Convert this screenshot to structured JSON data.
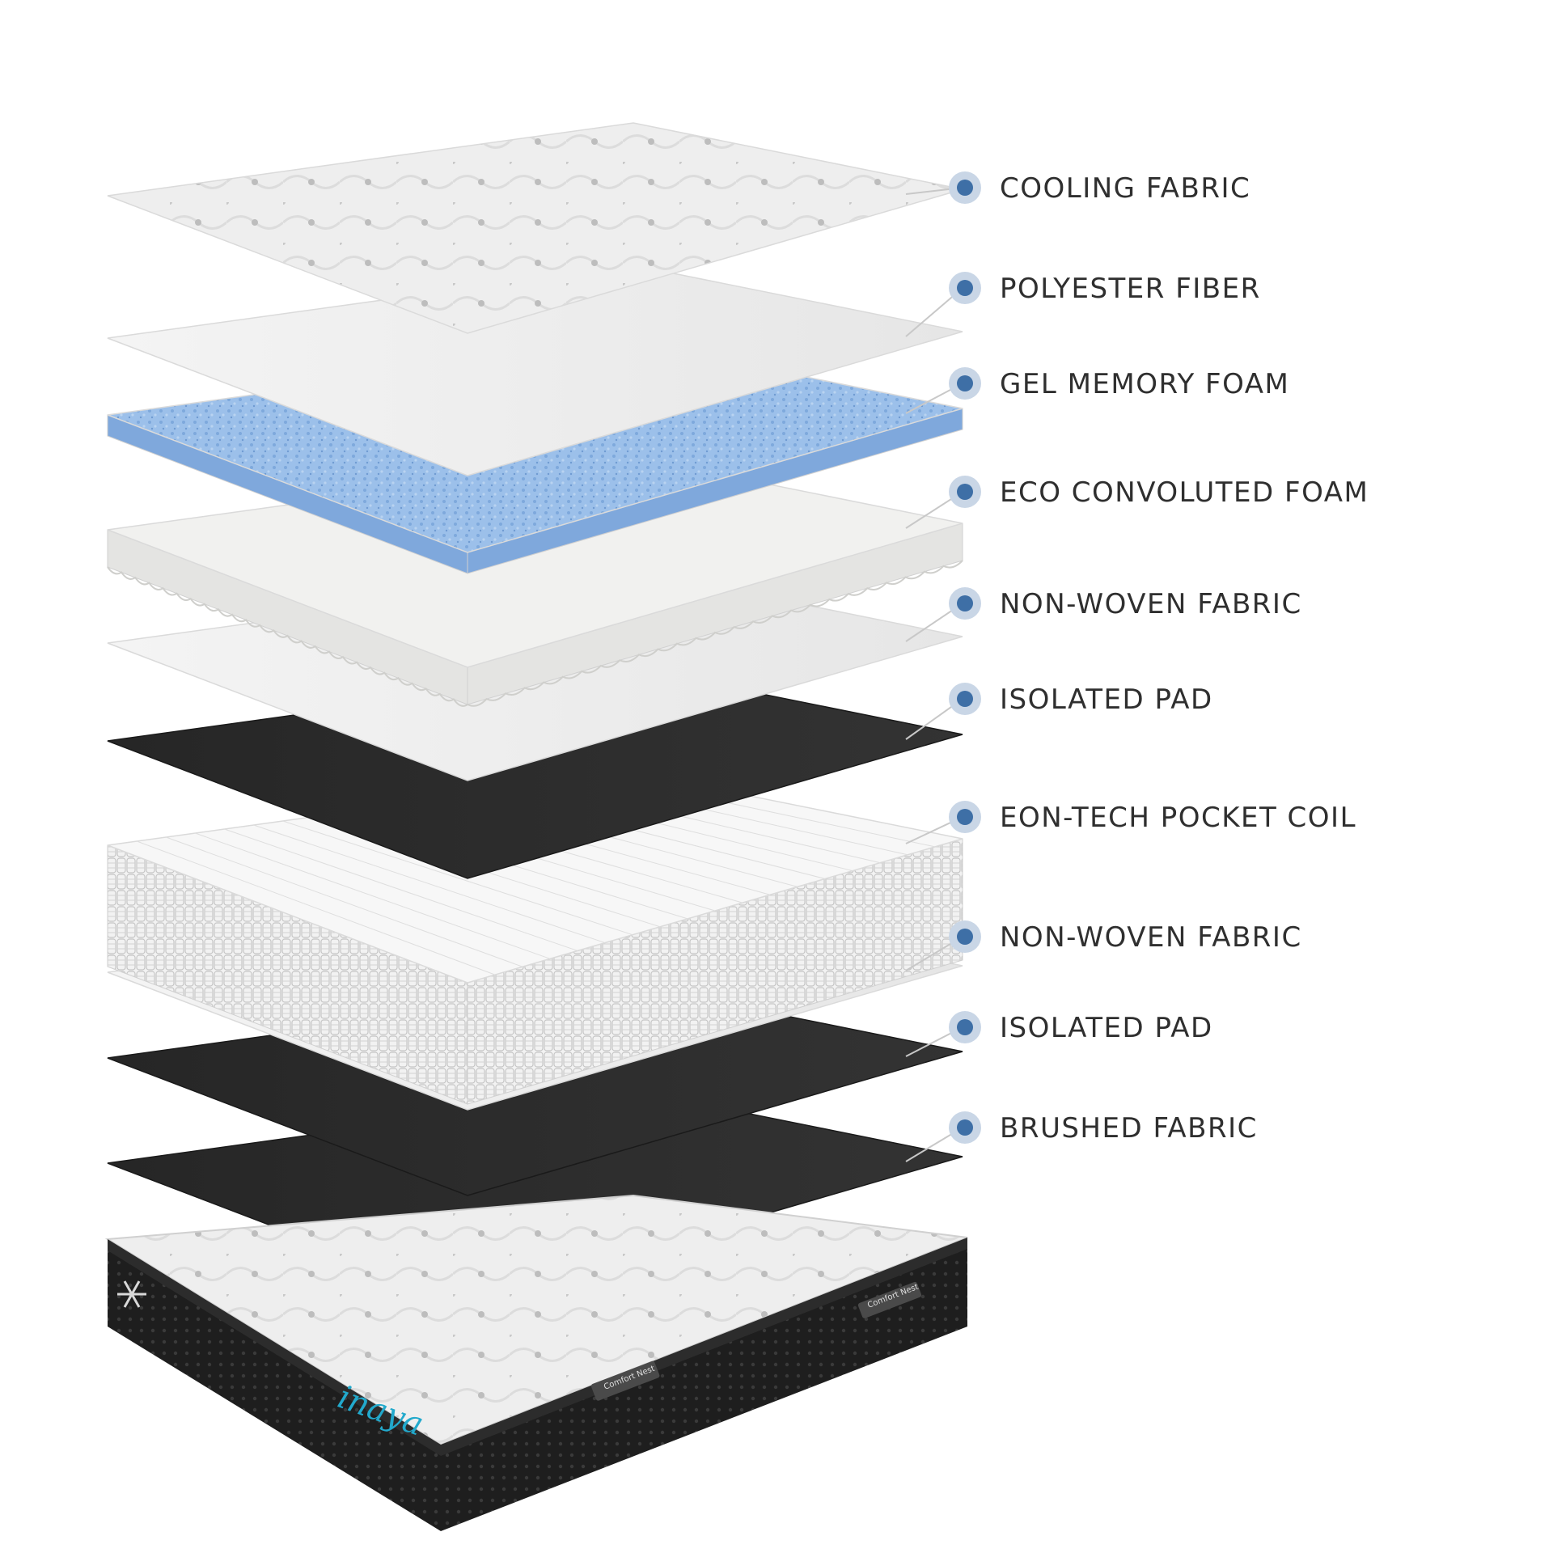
{
  "diagram": {
    "layers": [
      {
        "name": "COOLING FABRIC",
        "material": "quilted-white"
      },
      {
        "name": "POLYESTER FIBER",
        "material": "white-sheet"
      },
      {
        "name": "GEL MEMORY FOAM",
        "material": "blue-foam"
      },
      {
        "name": "ECO CONVOLUTED FOAM",
        "material": "convoluted-foam"
      },
      {
        "name": "NON-WOVEN FABRIC",
        "material": "white-sheet"
      },
      {
        "name": "ISOLATED PAD",
        "material": "black-sheet"
      },
      {
        "name": "EON-TECH POCKET COIL",
        "material": "pocket-coils"
      },
      {
        "name": "NON-WOVEN FABRIC",
        "material": "white-sheet"
      },
      {
        "name": "ISOLATED PAD",
        "material": "black-sheet"
      },
      {
        "name": "BRUSHED FABRIC",
        "material": "black-sheet"
      }
    ],
    "mattress": {
      "brand_logo": "inaya",
      "side_tag": "Comfort Nest",
      "icons": [
        "snowflake-icon"
      ]
    },
    "colors": {
      "marker_dot": "#3e6fa6",
      "marker_halo": "#c9d6e6",
      "label_text": "#2f2f2f",
      "leader_line": "#c8c8c8",
      "gel_foam": "#8fb8e8",
      "black_sheet": "#2a2a2a",
      "mattress_side": "#1c1c1c",
      "brand": "#22a9cc"
    }
  }
}
